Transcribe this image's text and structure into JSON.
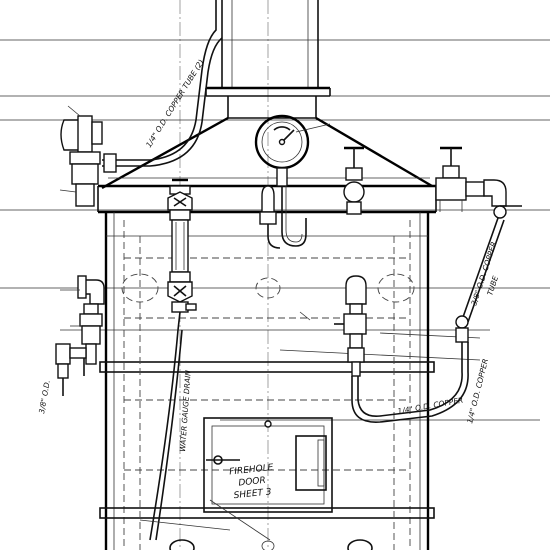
{
  "labels": {
    "copper_tube_upper": "1/4\" O.D. COPPER TUBE (2)",
    "copper_right": "3/8\" O.D. COPPER",
    "tube_right": "TUBE",
    "copper_right_lower": "1/4\" O.D. COPPER",
    "copper_lower": "1/4\" O.D. COPPER",
    "water_gauge_drain": "WATER GAUGE DRAIN",
    "left_tube": "3/8\" O.D.",
    "firehole_door_line1": "FIREHOLE",
    "firehole_door_line2": "DOOR",
    "firehole_door_line3": "SHEET 3"
  }
}
